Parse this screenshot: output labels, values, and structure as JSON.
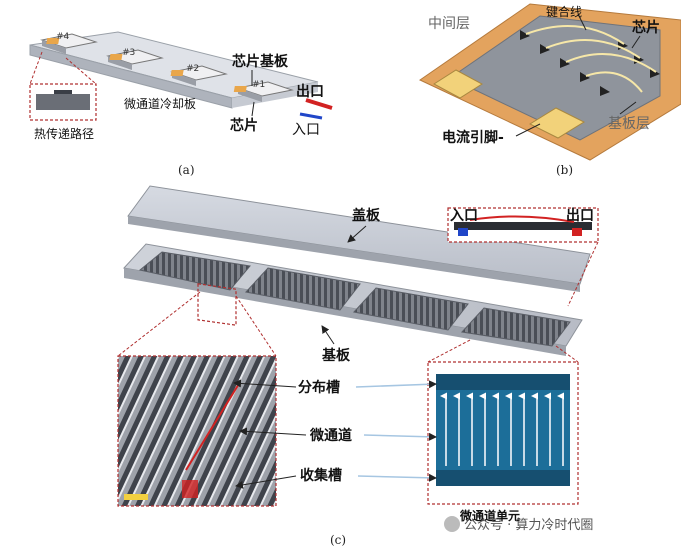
{
  "panel_a": {
    "chips": [
      "#4",
      "#3",
      "#2",
      "#1"
    ],
    "label_substrate": "芯片基板",
    "label_coldplate": "微通道冷却板",
    "label_outlet": "出口",
    "label_chip": "芯片",
    "label_inlet": "入口",
    "label_heatpath": "热传递路径",
    "caption": "(a)"
  },
  "panel_b": {
    "label_middle": "中间层",
    "label_bondwire": "键合线",
    "label_chip": "芯片",
    "label_substrate": "基板层",
    "label_lead": "电流引脚-",
    "caption": "(b)"
  },
  "panel_c": {
    "label_cover": "盖板",
    "label_base": "基板",
    "label_inlet": "入口",
    "label_outlet": "出口",
    "label_dist": "分布槽",
    "label_micro": "微通道",
    "label_collect": "收集槽",
    "label_unit": "微通道单元",
    "caption": "(c)"
  },
  "watermark": {
    "text": "公众号 · 算力冷时代圈"
  },
  "colors": {
    "dash_red": "#b03030",
    "arrow_red": "#d22222",
    "arrow_blue": "#2046c8",
    "copper": "#e0a060",
    "channel_blue": "#1c6e99",
    "plate_gray": "#c4c8d0"
  }
}
